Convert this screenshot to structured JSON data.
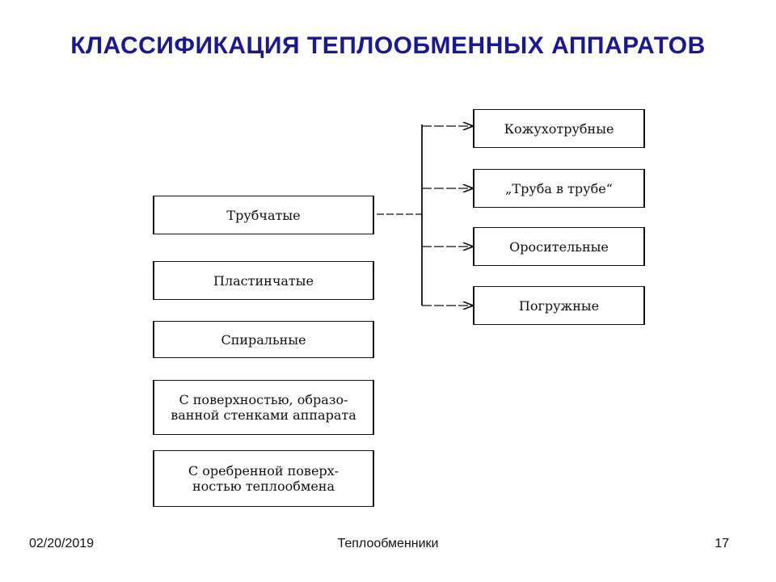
{
  "slide": {
    "title": "КЛАССИФИКАЦИЯ  ТЕПЛООБМЕННЫХ АППАРАТОВ"
  },
  "diagram": {
    "left_boxes": [
      "Трубчатые",
      "Пластинчатые",
      "Спиральные",
      "С поверхностью, образо-\nванной стенками аппарата",
      "С оребренной поверх-\nностью теплообмена"
    ],
    "right_boxes": [
      "Кожухотрубные",
      "„Труба в трубе“",
      "Оросительные",
      "Погружные"
    ]
  },
  "footer": {
    "date": "02/20/2019",
    "center": "Теплообменники",
    "page": "17"
  }
}
